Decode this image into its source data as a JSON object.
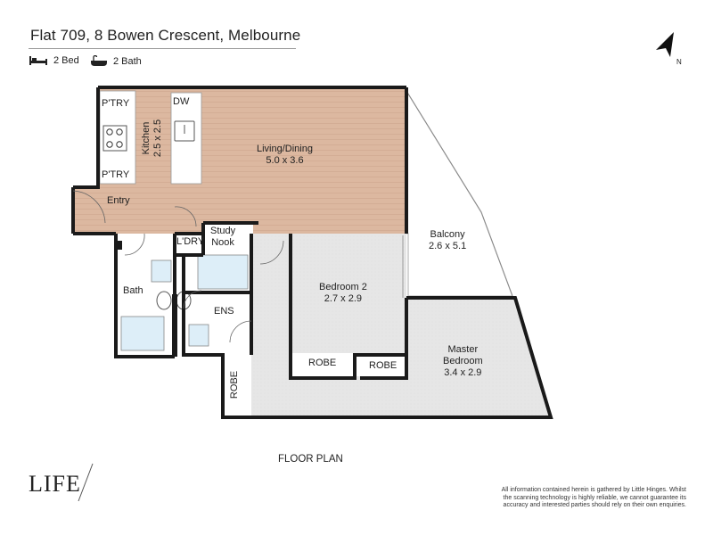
{
  "header": {
    "title": "Flat 709, 8 Bowen Crescent, Melbourne",
    "beds": "2 Bed",
    "baths": "2 Bath",
    "bed_icon": "bed-icon",
    "bath_icon": "bathtub-icon"
  },
  "compass": {
    "label": "N",
    "icon": "north-arrow-icon"
  },
  "rooms": {
    "pantry_top": "P'TRY",
    "pantry_bottom": "P'TRY",
    "kitchen": "Kitchen",
    "kitchen_dim": "2.5 x 2.5",
    "dw": "DW",
    "living": "Living/Dining",
    "living_dim": "5.0 x 3.6",
    "entry": "Entry",
    "laundry": "L'DRY",
    "study": "Study",
    "study2": "Nook",
    "balcony": "Balcony",
    "balcony_dim": "2.6 x 5.1",
    "bath": "Bath",
    "ens": "ENS",
    "bedroom2": "Bedroom 2",
    "bedroom2_dim": "2.7 x 2.9",
    "robe1": "ROBE",
    "robe2": "ROBE",
    "robe3": "ROBE",
    "master": "Master",
    "master2": "Bedroom",
    "master_dim": "3.4 x 2.9"
  },
  "footer": {
    "plan_label": "FLOOR PLAN",
    "logo": "LIFE",
    "disclaimer": "All information contained herein is gathered by Little Hinges. Whilst the scanning technology is highly reliable, we cannot guarantee its accuracy and interested parties should rely on their own enquiries."
  },
  "colors": {
    "timber": "#dcb8a0",
    "carpet": "#e6e6e6",
    "tile": "#ddeef8",
    "wall": "#1a1a1a"
  }
}
